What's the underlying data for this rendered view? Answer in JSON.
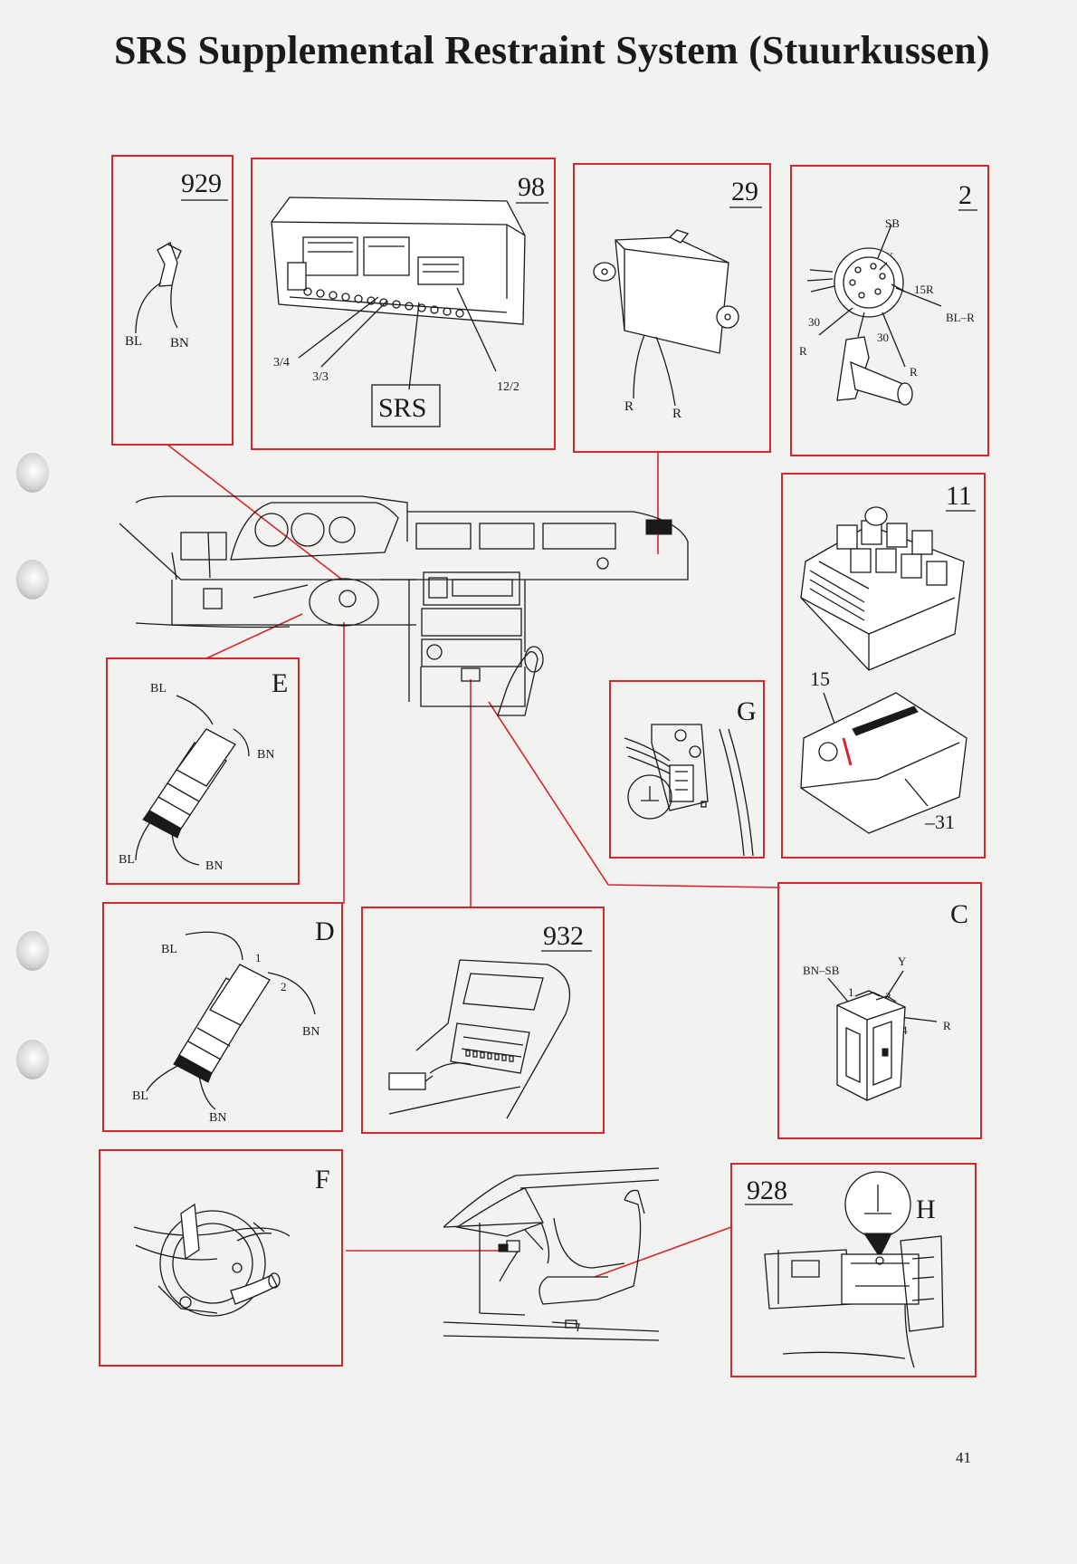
{
  "title": "SRS Supplemental Restraint System (Stuurkussen)",
  "page_number": "41",
  "colors": {
    "frame": "#d8262c",
    "ink": "#1a1a1a",
    "paper": "#f2f2f0"
  },
  "panels": {
    "p929": {
      "number": "929",
      "wires": [
        "BL",
        "BN"
      ]
    },
    "p98": {
      "number": "98",
      "pins": [
        "3/4",
        "3/3",
        "12/2"
      ],
      "box_label": "SRS"
    },
    "p29": {
      "number": "29",
      "wires": [
        "R",
        "R"
      ]
    },
    "p2": {
      "number": "2",
      "labels": [
        "SB",
        "X",
        "15R",
        "BL–R",
        "30",
        "R",
        "30",
        "R"
      ]
    },
    "p11": {
      "number": "11",
      "callouts": [
        "15",
        "–31"
      ]
    },
    "pE": {
      "letter": "E",
      "wires": [
        "BL",
        "BN",
        "BL",
        "BN"
      ]
    },
    "pG": {
      "letter": "G"
    },
    "pD": {
      "letter": "D",
      "wires": [
        "BL",
        "1",
        "2",
        "BN",
        "BL",
        "BN"
      ]
    },
    "p932": {
      "number": "932"
    },
    "pC": {
      "letter": "C",
      "labels": [
        "Y",
        "BN–SB",
        "1",
        "2",
        "4",
        "R"
      ]
    },
    "pF": {
      "letter": "F"
    },
    "p928": {
      "number": "928",
      "letter": "H"
    }
  }
}
